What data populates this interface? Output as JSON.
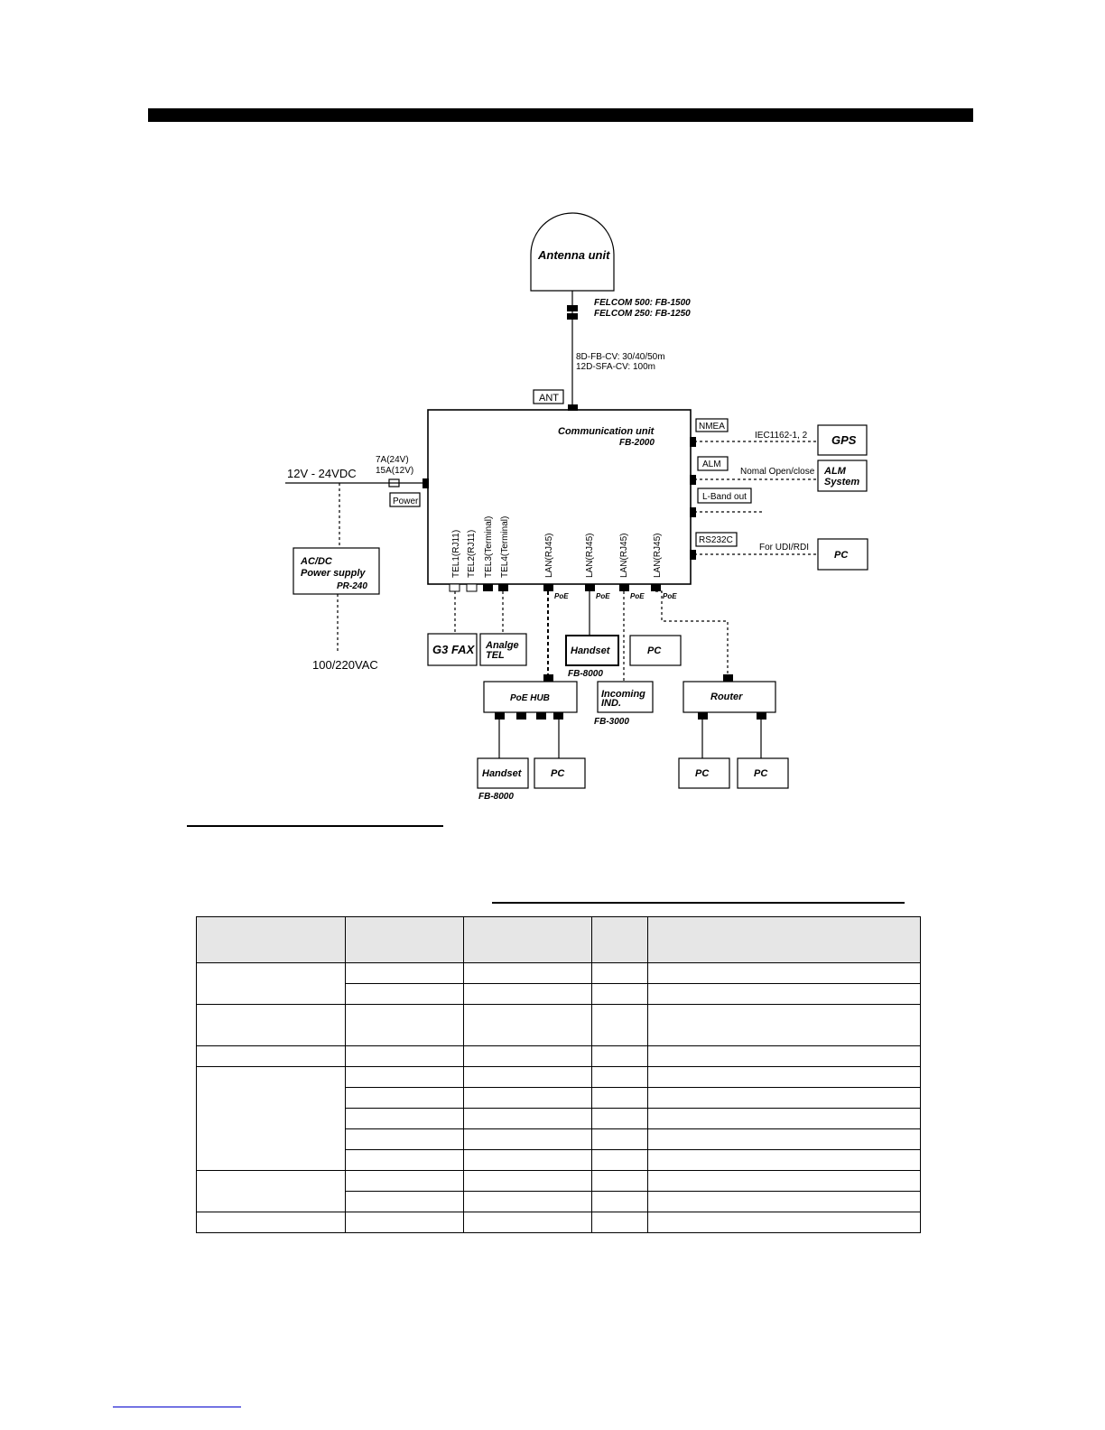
{
  "antenna": {
    "title": "Antenna unit",
    "models": [
      "FELCOM 500: FB-1500",
      "FELCOM 250: FB-1250"
    ]
  },
  "cable": {
    "lines": [
      "8D-FB-CV: 30/40/50m",
      "12D-SFA-CV: 100m"
    ]
  },
  "comm_unit": {
    "title": "Communication unit",
    "model": "FB-2000"
  },
  "ports": {
    "ant": "ANT",
    "nmea": "NMEA",
    "alm": "ALM",
    "lband": "L-Band out",
    "rs232c": "RS232C",
    "power": "Power",
    "bottom": [
      "TEL1(RJ11)",
      "TEL2(RJ11)",
      "TEL3(Terminal)",
      "TEL4(Terminal)",
      "LAN(RJ45)",
      "LAN(RJ45)",
      "LAN(RJ45)",
      "LAN(RJ45)"
    ],
    "poe": "PoE"
  },
  "right_links": {
    "gps_std": "IEC1162-1, 2",
    "alm_note": "Nomal Open/close",
    "pc_note": "For UDI/RDI"
  },
  "power": {
    "dc": "12V - 24VDC",
    "fuse": [
      "7A(24V)",
      "15A(12V)"
    ],
    "ac": "100/220VAC",
    "supply": [
      "AC/DC",
      "Power supply"
    ],
    "supply_model": "PR-240"
  },
  "devices": {
    "gps": "GPS",
    "alm_system": [
      "ALM",
      "System"
    ],
    "pc": "PC",
    "g3fax": "G3 FAX",
    "analog_tel": [
      "Analge",
      "TEL"
    ],
    "handset": "Handset",
    "handset_model": "FB-8000",
    "poe_hub": "PoE HUB",
    "incoming": [
      "Incoming",
      "IND."
    ],
    "incoming_model": "FB-3000",
    "router": "Router"
  }
}
